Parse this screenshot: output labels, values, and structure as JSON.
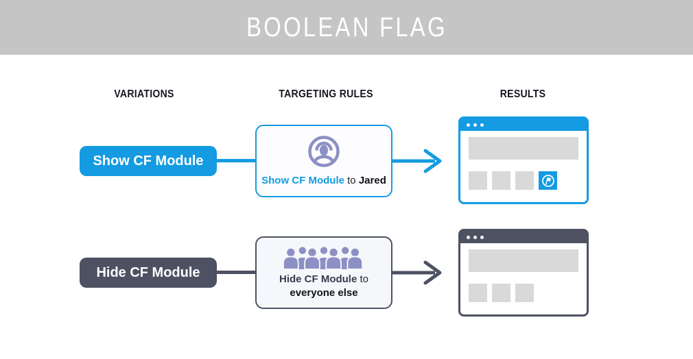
{
  "header": {
    "title": "BOOLEAN FLAG"
  },
  "columns": [
    {
      "label": "VARIATIONS"
    },
    {
      "label": "TARGETING RULES"
    },
    {
      "label": "RESULTS"
    }
  ],
  "rows": [
    {
      "variation_label": "Show CF Module",
      "rule": {
        "flag": "Show CF Module",
        "connector": "to",
        "audience": "Jared",
        "icon": "single-user-icon"
      },
      "result": {
        "browser_style": "blue",
        "shows_cf_module": true,
        "tile_icon": "flag-icon"
      }
    },
    {
      "variation_label": "Hide CF Module",
      "rule": {
        "flag": "Hide CF Module",
        "connector": "to",
        "audience": "everyone else",
        "icon": "crowd-icon"
      },
      "result": {
        "browser_style": "dark",
        "shows_cf_module": false
      }
    }
  ],
  "colors": {
    "accent_blue": "#149be1",
    "dark_slate": "#4d5162",
    "icon_periwinkle": "#8d90c4",
    "title_band_gray": "#c5c5c5",
    "placeholder_gray": "#d9d9d9"
  }
}
